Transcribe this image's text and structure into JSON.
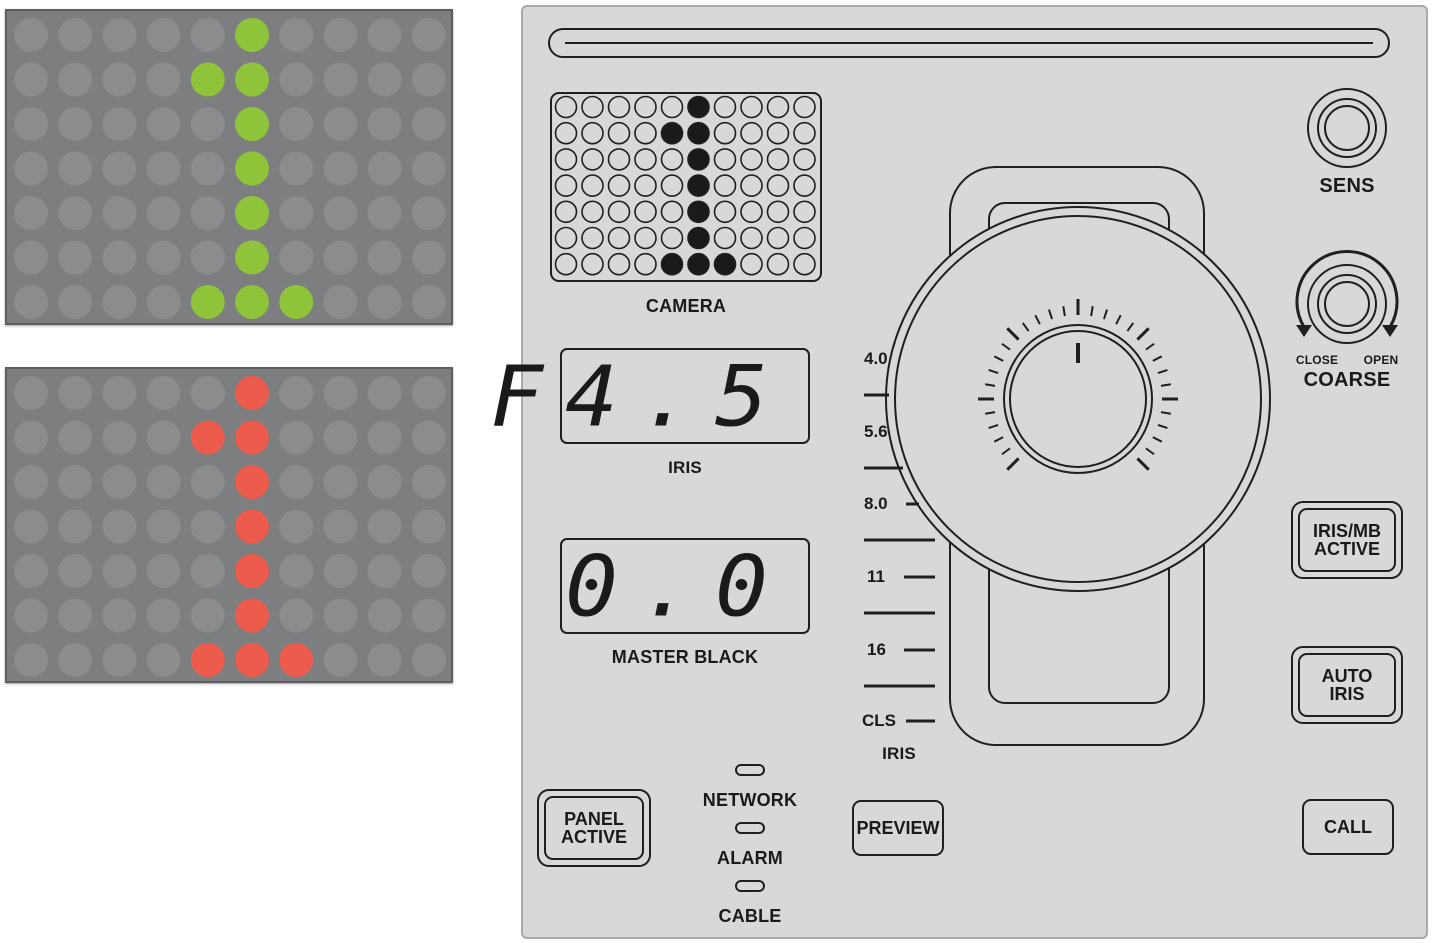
{
  "matrices": [
    {
      "id": "green",
      "color": "#8fc33a",
      "off_color": "#8b8c8e",
      "rows": 7,
      "cols": 10,
      "lit": [
        [
          0,
          5
        ],
        [
          1,
          4
        ],
        [
          1,
          5
        ],
        [
          2,
          5
        ],
        [
          3,
          5
        ],
        [
          4,
          5
        ],
        [
          5,
          5
        ],
        [
          6,
          4
        ],
        [
          6,
          5
        ],
        [
          6,
          6
        ]
      ]
    },
    {
      "id": "red",
      "color": "#ec5b4b",
      "off_color": "#8b8c8e",
      "rows": 7,
      "cols": 10,
      "lit": [
        [
          0,
          5
        ],
        [
          1,
          4
        ],
        [
          1,
          5
        ],
        [
          2,
          5
        ],
        [
          3,
          5
        ],
        [
          4,
          5
        ],
        [
          5,
          5
        ],
        [
          6,
          4
        ],
        [
          6,
          5
        ],
        [
          6,
          6
        ]
      ]
    }
  ],
  "panel": {
    "camera_matrix": {
      "rows": 7,
      "cols": 10,
      "lit": [
        [
          0,
          5
        ],
        [
          1,
          4
        ],
        [
          1,
          5
        ],
        [
          2,
          5
        ],
        [
          3,
          5
        ],
        [
          4,
          5
        ],
        [
          5,
          5
        ],
        [
          6,
          4
        ],
        [
          6,
          5
        ],
        [
          6,
          6
        ]
      ]
    },
    "labels": {
      "camera": "CAMERA",
      "iris": "IRIS",
      "master_black": "MASTER BLACK",
      "sens": "SENS",
      "close": "CLOSE",
      "open": "OPEN",
      "coarse": "COARSE",
      "network": "NETWORK",
      "alarm": "ALARM",
      "cable": "CABLE",
      "iris_scale": "IRIS"
    },
    "iris_display": "F4.5",
    "master_black_display": "0.0",
    "iris_scale_marks": [
      "4.0",
      "5.6",
      "8.0",
      "11",
      "16",
      "CLS"
    ],
    "buttons": {
      "iris_mb_active_1": "IRIS/MB",
      "iris_mb_active_2": "ACTIVE",
      "auto_iris_1": "AUTO",
      "auto_iris_2": "IRIS",
      "panel_active_1": "PANEL",
      "panel_active_2": "ACTIVE",
      "preview": "PREVIEW",
      "call": "CALL"
    },
    "colors": {
      "panel_bg": "#d8d8d8",
      "ink": "#1f1f1f"
    }
  }
}
